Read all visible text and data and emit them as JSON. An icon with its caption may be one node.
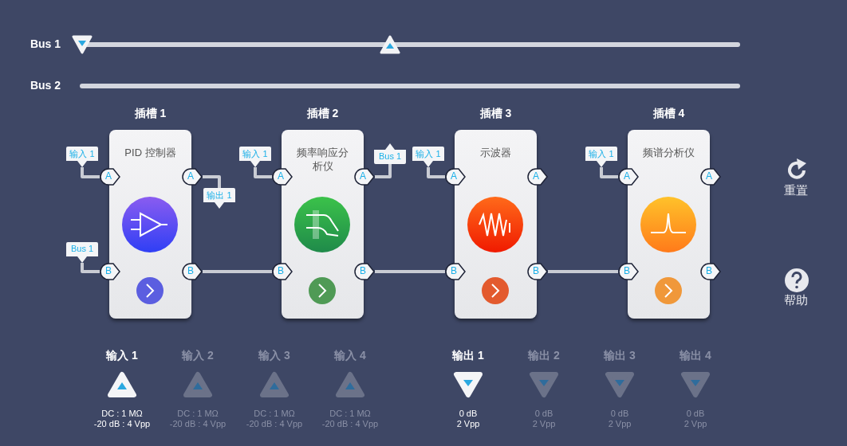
{
  "diagram": {
    "nodes": [
      {
        "text": [
          "插槽 1",
          "PID 控制器"
        ]
      },
      {
        "text": [
          "插槽 2",
          "频率响应分析仪"
        ]
      },
      {
        "text": [
          "插槽 3",
          "示波器"
        ]
      },
      {
        "text": [
          "插槽 4",
          "频谱分析仪"
        ]
      },
      {
        "text": [
          "A"
        ]
      },
      {
        "text": [
          "A"
        ]
      },
      {
        "text": [
          "B"
        ]
      },
      {
        "text": [
          "B"
        ]
      },
      {
        "text": [
          "A"
        ]
      },
      {
        "text": [
          "A"
        ]
      },
      {
        "text": [
          "B"
        ]
      },
      {
        "text": [
          "B"
        ]
      },
      {
        "text": [
          "A"
        ]
      },
      {
        "text": [
          "A"
        ]
      },
      {
        "text": [
          "B"
        ]
      },
      {
        "text": [
          "B"
        ]
      },
      {
        "text": [
          "A"
        ]
      },
      {
        "text": [
          "A"
        ]
      },
      {
        "text": [
          "B"
        ]
      },
      {
        "text": [
          "B"
        ]
      },
      {
        "text": [
          "输入 1"
        ]
      },
      {
        "text": [
          "Bus 1"
        ]
      },
      {
        "text": [
          "输出 1"
        ]
      },
      {
        "text": [
          "输入 1"
        ]
      },
      {
        "text": [
          "Bus 1"
        ]
      },
      {
        "text": [
          "输入 1"
        ]
      },
      {
        "text": [
          "输入 1"
        ]
      }
    ],
    "edges": [
      {
        "from": 20,
        "to": 4,
        "arrow": "none"
      },
      {
        "from": 21,
        "to": 6,
        "arrow": "none"
      },
      {
        "from": 5,
        "to": 22,
        "arrow": "none"
      },
      {
        "from": 7,
        "to": 10,
        "arrow": "none"
      },
      {
        "from": 23,
        "to": 8,
        "arrow": "none"
      },
      {
        "from": 9,
        "to": 24,
        "arrow": "none"
      },
      {
        "from": 11,
        "to": 14,
        "arrow": "none"
      },
      {
        "from": 25,
        "to": 12,
        "arrow": "none"
      },
      {
        "from": 15,
        "to": 18,
        "arrow": "none"
      },
      {
        "from": 26,
        "to": 16,
        "arrow": "none"
      }
    ],
    "labels": [
      "Bus 1",
      "Bus 2",
      "重置",
      "帮助",
      "输入 1",
      "DC : 1 MΩ",
      "-20 dB : 4 Vpp",
      "输入 2",
      "DC : 1 MΩ",
      "-20 dB : 4 Vpp",
      "输入 3",
      "DC : 1 MΩ",
      "-20 dB : 4 Vpp",
      "输入 4",
      "DC : 1 MΩ",
      "-20 dB : 4 Vpp",
      "输出 1",
      "0 dB",
      "2 Vpp",
      "输出 2",
      "0 dB",
      "2 Vpp",
      "输出 3",
      "0 dB",
      "2 Vpp",
      "输出 4",
      "0 dB",
      "2 Vpp"
    ]
  }
}
